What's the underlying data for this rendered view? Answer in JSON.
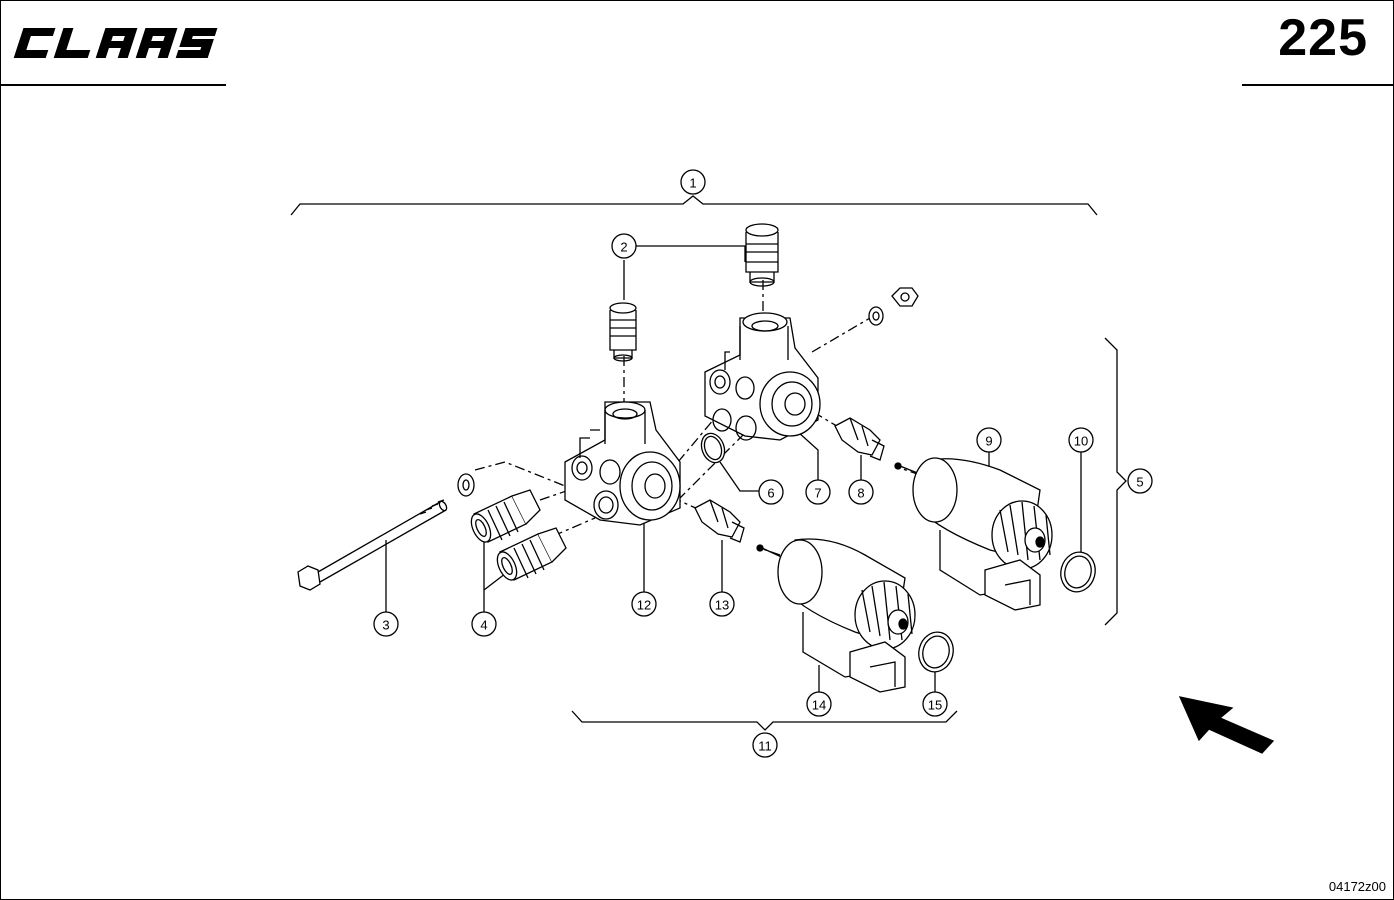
{
  "header": {
    "brand": "CLAAS",
    "page_number": "225"
  },
  "footer": {
    "reference_code": "04172z00"
  },
  "callouts": {
    "c1": "1",
    "c2": "2",
    "c3": "3",
    "c4": "4",
    "c5": "5",
    "c6": "6",
    "c7": "7",
    "c8": "8",
    "c9": "9",
    "c10": "10",
    "c11": "11",
    "c12": "12",
    "c13": "13",
    "c14": "14",
    "c15": "15"
  },
  "colors": {
    "line": "#000000",
    "background": "#ffffff"
  }
}
